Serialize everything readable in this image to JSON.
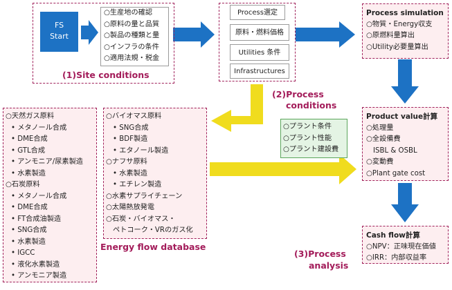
{
  "start": {
    "line1": "FS",
    "line2": "Start"
  },
  "site": {
    "items": [
      "○生産地の確認",
      "○原料の量と品質",
      "○製品の種類と量",
      "○インフラの条件",
      "○適用法規・税金"
    ],
    "caption": "(1)Site conditions"
  },
  "process_conditions": {
    "boxes": [
      "Process選定",
      "原料・燃料価格",
      "Utilities 条件",
      "Infrastructures"
    ],
    "caption_line1": "(2)Process",
    "caption_line2": "conditions"
  },
  "simulation": {
    "title": "Process simulation",
    "items": [
      "○物質・Energy収支",
      "○原燃料量算出",
      "○Utility必要量算出"
    ]
  },
  "product_value": {
    "title": "Product value計算",
    "items": [
      "○処理量",
      "○全設備費",
      "ISBL & OSBL",
      "○変動費",
      "○Plant gate cost"
    ]
  },
  "cash_flow": {
    "title": "Cash flow計算",
    "items": [
      "○NPV：正味現在価値",
      "○IRR：内部収益率"
    ]
  },
  "plant": {
    "items": [
      "○プラント条件",
      "○プラント性能",
      "○プラント建設費"
    ]
  },
  "database": {
    "left_items": [
      "○天然ガス原料",
      "• メタノール合成",
      "• DME合成",
      "• GTL合成",
      "• アンモニア/尿素製造",
      "• 水素製造",
      "○石炭原料",
      "• メタノール合成",
      "• DME合成",
      "• FT合成油製造",
      "• SNG合成",
      "• 水素製造",
      "• IGCC",
      "• 液化水素製造",
      "• アンモニア製造"
    ],
    "right_items": [
      "○バイオマス原料",
      "• SNG合成",
      "• BDF製造",
      "• エタノール製造",
      "○ナフサ原料",
      "• 水素製造",
      "• エチレン製造",
      "○水素サプライチェーン",
      "○太陽熱放発電",
      "○石炭・バイオマス・",
      "ペトコーク・VRのガス化"
    ],
    "caption": "Energy flow database"
  },
  "analysis": {
    "caption_line1": "(3)Process",
    "caption_line2": "analysis"
  },
  "colors": {
    "blue": "#1d72c4",
    "yellow": "#f0dc1e",
    "caption": "#a31c5a",
    "green_border": "#5aa55a",
    "green_fill": "#e4f4e4"
  }
}
